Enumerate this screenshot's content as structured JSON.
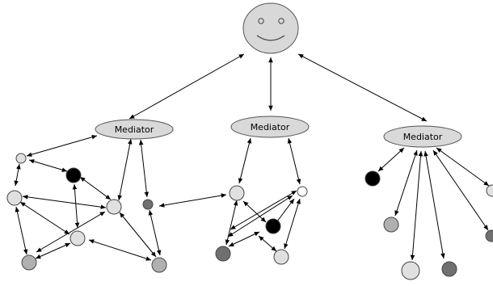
{
  "diagram": {
    "mediators": [
      {
        "label": "Mediator"
      },
      {
        "label": "Mediator"
      },
      {
        "label": "Mediator"
      }
    ],
    "colors": {
      "light": "#e0e0e0",
      "mid": "#b0b0b0",
      "dark": "#707070",
      "black": "#000000",
      "mediator": "#d9d9d9",
      "face": "#d8d8d8"
    },
    "icons": {
      "user": "smiley-face-icon"
    }
  }
}
